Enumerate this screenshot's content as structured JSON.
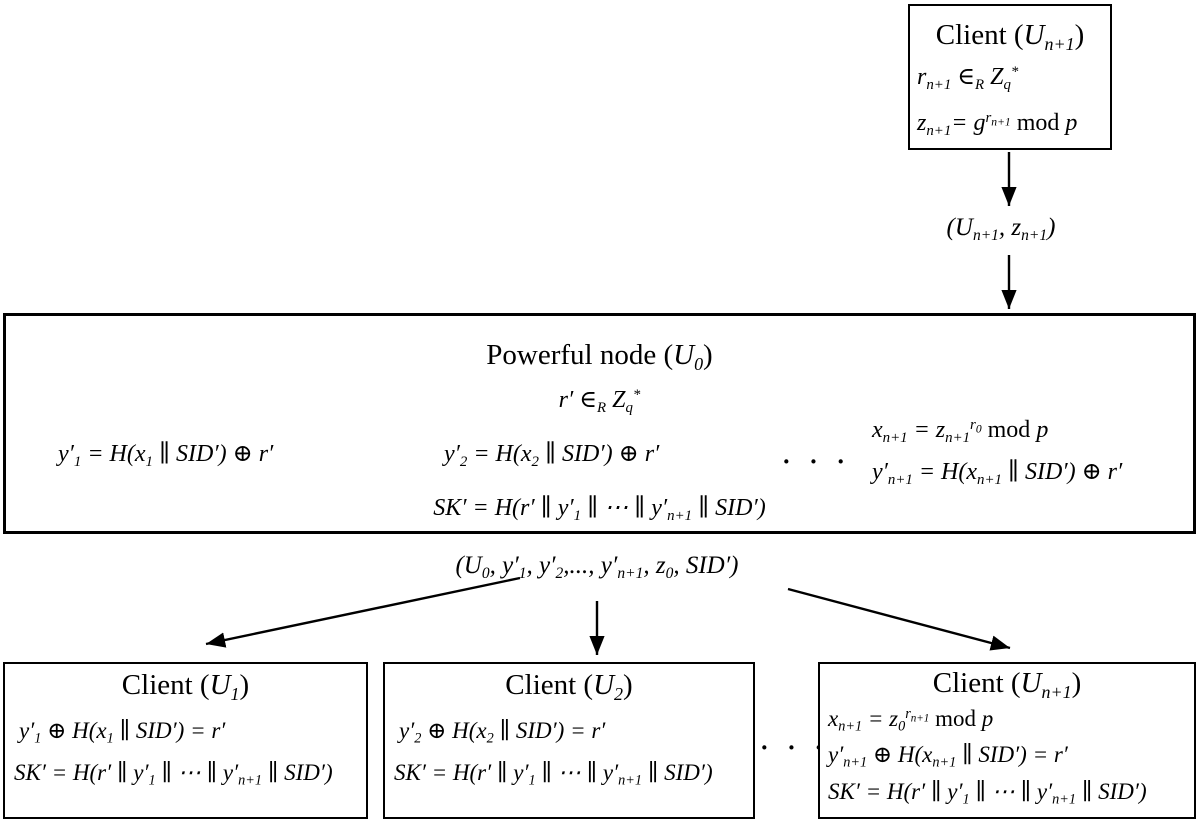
{
  "diagram": {
    "top_client_box": {
      "title": "!{Client (}U_{n+1}!{)}",
      "line1": "r_{n+1} ∈_{R} Z_{q}^{*}",
      "line2": "z_{n+1}= g^{r_{n+1}} !{mod} p"
    },
    "message_to_node": "(U_{n+1}, z_{n+1})",
    "powerful_node_box": {
      "title": "!{Powerful node (}U_{0}!{)}",
      "random_line": "r′ ∈_{R} Z_{q}^{*}",
      "left_formula": "y′_{1} = H(x_{1} ∥ SID′) ⊕ r′",
      "center_formula": "y′_{2} = H(x_{2} ∥ SID′) ⊕ r′",
      "ellipsis": "· · ·",
      "right_formula_1": "x_{n+1} = z_{n+1}^{r_{0}} !{mod} p",
      "right_formula_2": "y′_{n+1} = H(x_{n+1} ∥ SID′) ⊕ r′",
      "session_key_formula": "SK′ = H(r′ ∥ y′_{1} ∥ ⋯ ∥ y′_{n+1} ∥ SID′)"
    },
    "broadcast_message": "(U_{0}, y′_{1}, y′_{2},..., y′_{n+1}, z_{0}, SID′)",
    "client1_box": {
      "title": "!{Client (}U_{1}!{)}",
      "line1": "y′_{1} ⊕ H(x_{1} ∥ SID′) = r′",
      "line2": "SK′ = H(r′ ∥ y′_{1} ∥ ⋯ ∥ y′_{n+1} ∥ SID′)"
    },
    "client2_box": {
      "title": "!{Client (}U_{2}!{)}",
      "line1": "y′_{2} ⊕ H(x_{2} ∥ SID′) = r′",
      "line2": "SK′ = H(r′ ∥ y′_{1} ∥ ⋯ ∥ y′_{n+1} ∥ SID′)"
    },
    "bottom_ellipsis": "· · ·",
    "clientn_box": {
      "title": "!{Client (}U_{n+1}!{)}",
      "line1": "x_{n+1} = z_{0}^{r_{n+1}} !{mod} p",
      "line2": "y′_{n+1} ⊕ H(x_{n+1} ∥ SID′) = r′",
      "line3": "SK′ = H(r′ ∥ y′_{1} ∥ ⋯ ∥ y′_{n+1} ∥ SID′)"
    },
    "colors": {
      "background": "#ffffff",
      "line": "#000000",
      "text": "#000000"
    }
  }
}
